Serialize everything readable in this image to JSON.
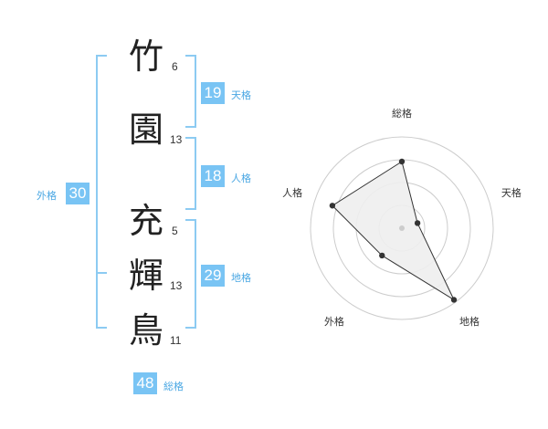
{
  "name": {
    "characters": [
      {
        "char": "竹",
        "strokes": "6"
      },
      {
        "char": "園",
        "strokes": "13"
      },
      {
        "char": "充",
        "strokes": "5"
      },
      {
        "char": "輝",
        "strokes": "13"
      },
      {
        "char": "鳥",
        "strokes": "11"
      }
    ]
  },
  "kakusu": {
    "tenkaku": {
      "value": "19",
      "label": "天格"
    },
    "jinkaku": {
      "value": "18",
      "label": "人格"
    },
    "chikaku": {
      "value": "29",
      "label": "地格"
    },
    "gaikaku": {
      "value": "30",
      "label": "外格"
    },
    "soukaku": {
      "value": "48",
      "label": "総格"
    }
  },
  "colors": {
    "accent": "#79c4f4",
    "bracket": "#8ccbf2",
    "radar_fill": "#eeeeee",
    "radar_line": "#333333"
  },
  "chart_data": {
    "type": "radar",
    "axes": [
      "総格",
      "天格",
      "地格",
      "外格",
      "人格"
    ],
    "values": [
      0.73,
      0.18,
      0.97,
      0.37,
      0.8
    ],
    "range": [
      0,
      1
    ],
    "rings": 4
  }
}
